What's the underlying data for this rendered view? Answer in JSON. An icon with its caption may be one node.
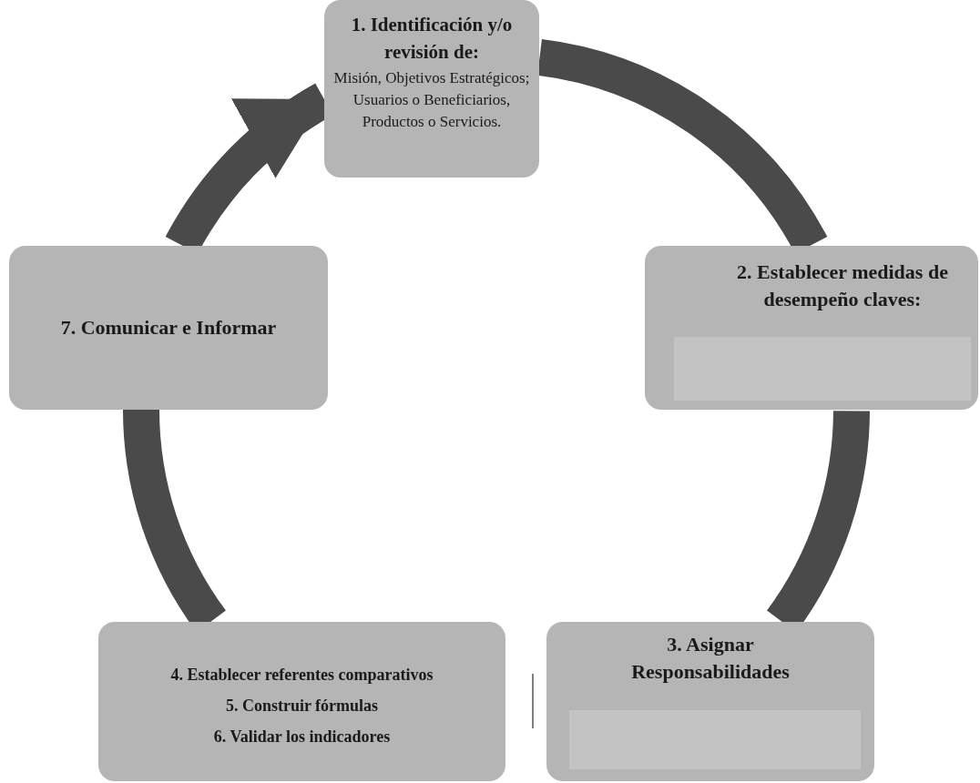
{
  "diagram": {
    "nodes": [
      {
        "text": [
          "1. Identificación y/o revisión de:",
          "Misión, Objetivos Estratégicos; Usuarios o Beneficiarios, Productos o Servicios."
        ]
      },
      {
        "text": [
          "7. Comunicar e Informar"
        ]
      },
      {
        "text": [
          "2. Establecer medidas de desempeño claves:"
        ]
      },
      {
        "text": [],
        "shape": "box",
        "in": 2
      },
      {
        "text": [
          "4. Establecer referentes comparativos",
          "5. Construir fórmulas",
          "6. Validar los indicadores"
        ]
      },
      {
        "text": [
          "3. Asignar Responsabilidades"
        ]
      },
      {
        "text": [],
        "shape": "box",
        "in": 5
      }
    ],
    "edges": [
      {
        "from": 1,
        "to": 0,
        "arrow": "to"
      },
      {
        "from": 0,
        "to": 2,
        "arrow": "none"
      },
      {
        "from": 2,
        "to": 5,
        "arrow": "none"
      },
      {
        "from": 4,
        "to": 1,
        "arrow": "none"
      }
    ]
  }
}
